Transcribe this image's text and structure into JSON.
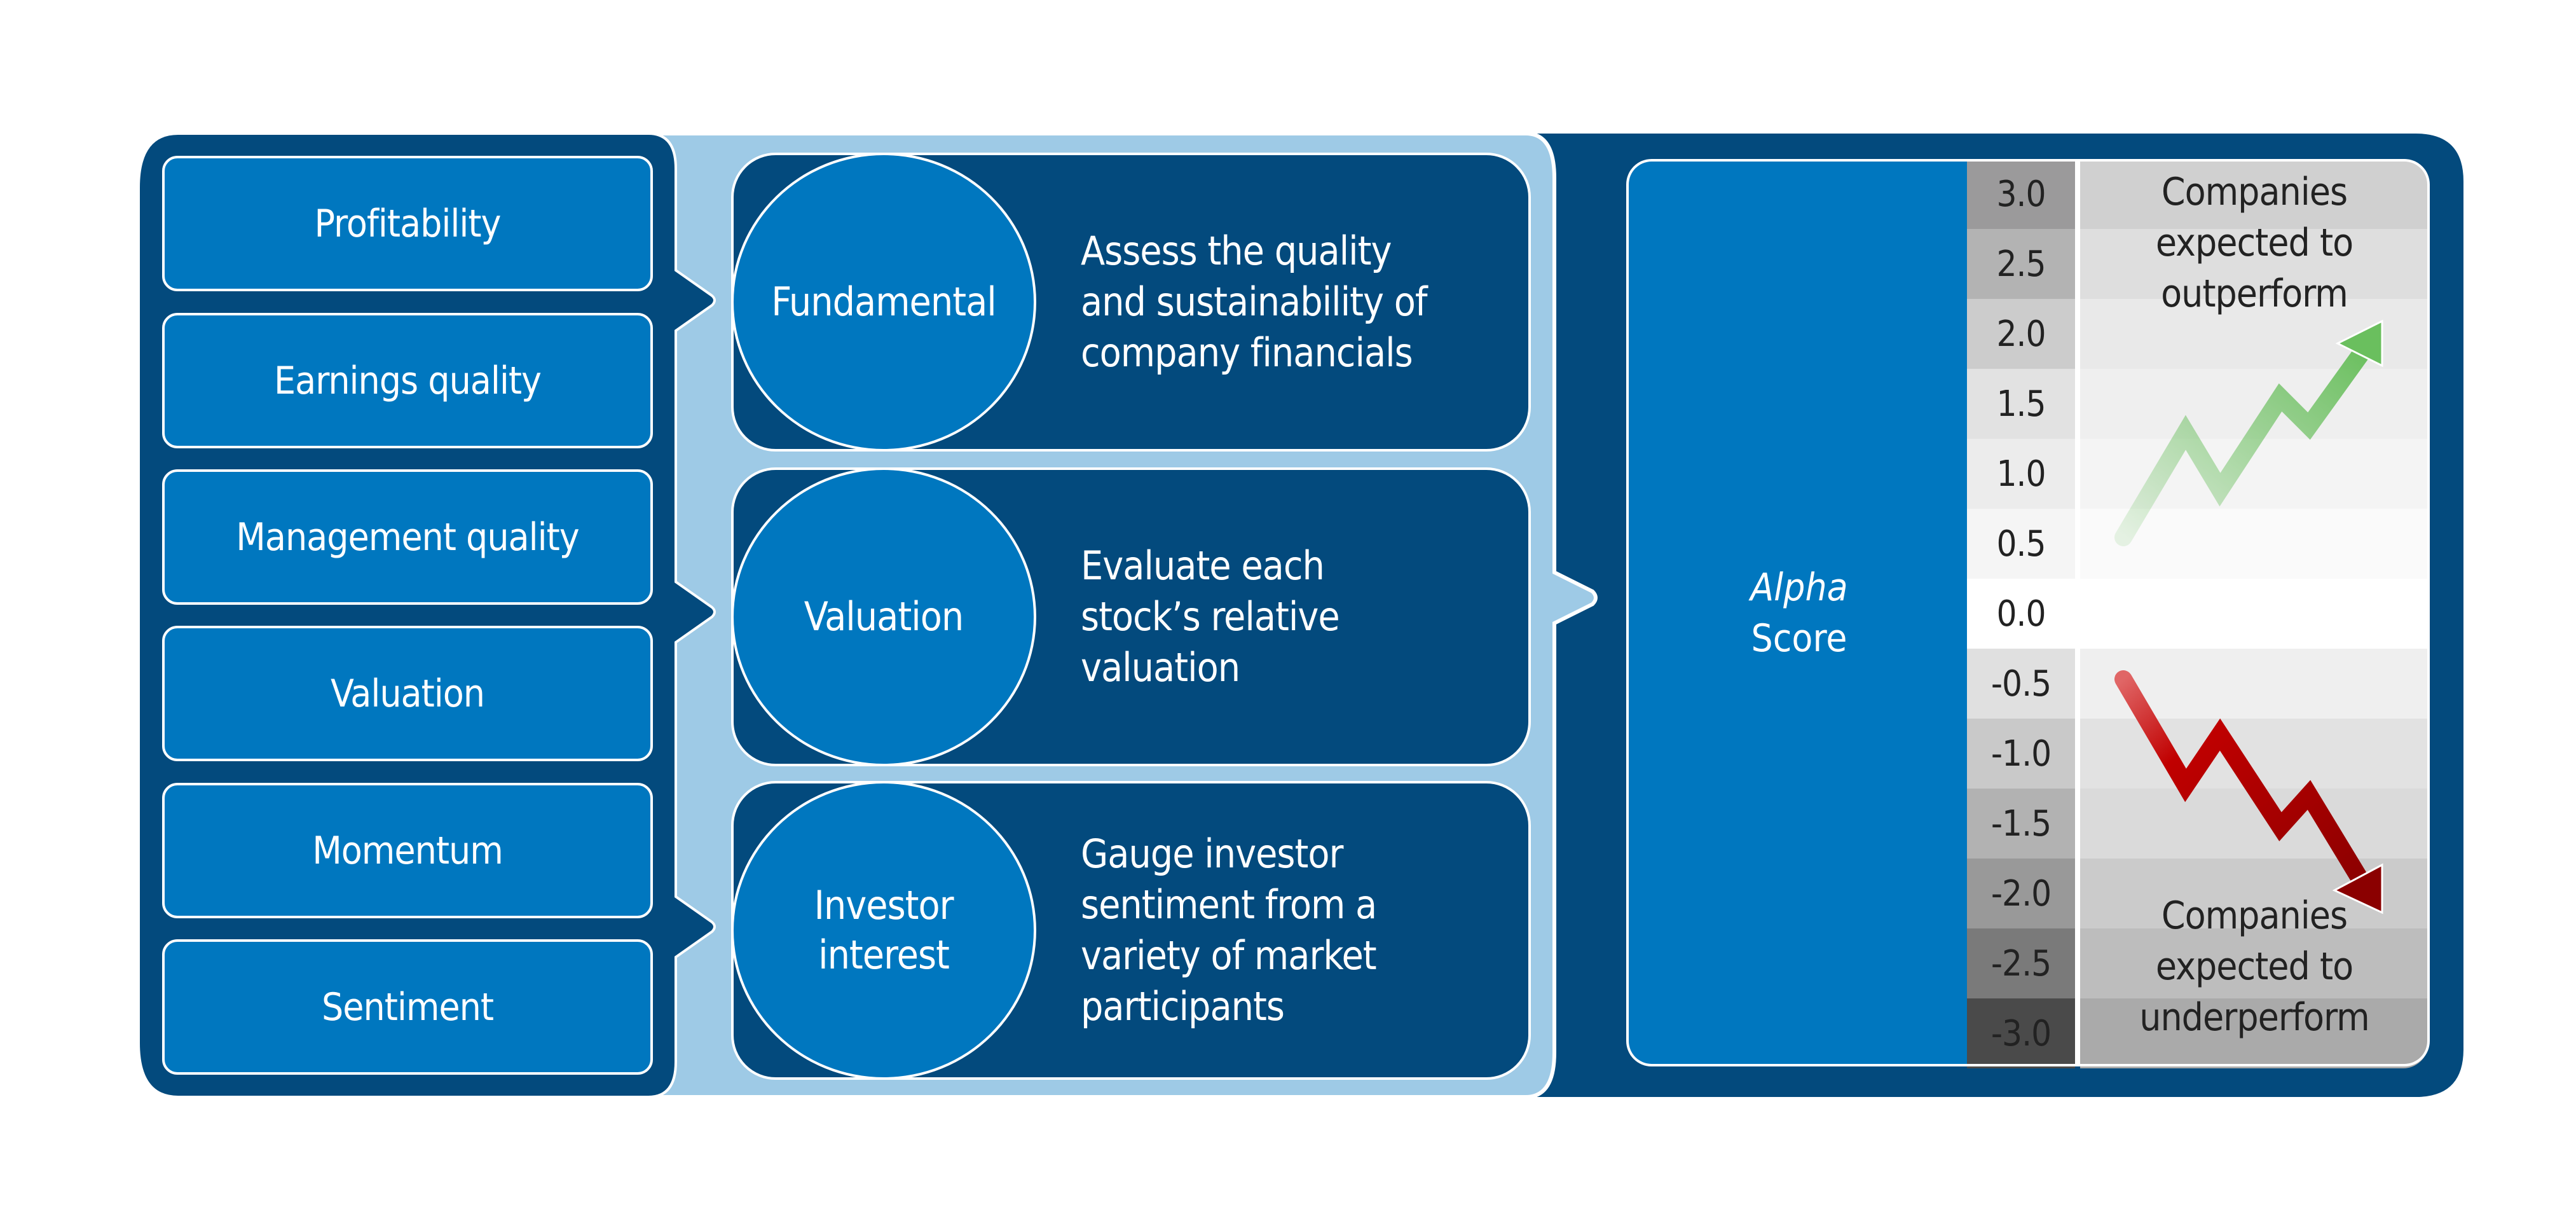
{
  "factors": [
    {
      "label": "Profitability"
    },
    {
      "label": "Earnings quality"
    },
    {
      "label": "Management quality"
    },
    {
      "label": "Valuation"
    },
    {
      "label": "Momentum"
    },
    {
      "label": "Sentiment"
    }
  ],
  "categories": [
    {
      "name_lines": [
        "Fundamental"
      ],
      "desc_lines": [
        "Assess the quality",
        "and sustainability of",
        "company financials"
      ]
    },
    {
      "name_lines": [
        "Valuation"
      ],
      "desc_lines": [
        "Evaluate each",
        "stock’s relative",
        "valuation"
      ]
    },
    {
      "name_lines": [
        "Investor",
        "interest"
      ],
      "desc_lines": [
        "Gauge investor",
        "sentiment from a",
        "variety of market",
        "participants"
      ]
    }
  ],
  "alpha_score": {
    "line1": "Alpha",
    "line2": "Score"
  },
  "scale": {
    "values": [
      "3.0",
      "2.5",
      "2.0",
      "1.5",
      "1.0",
      "0.5",
      "0.0",
      "-0.5",
      "-1.0",
      "-1.5",
      "-2.0",
      "-2.5",
      "-3.0"
    ],
    "tick_colors": [
      "#9b9a9b",
      "#b3b3b3",
      "#cccccc",
      "#e2e2e2",
      "#ececec",
      "#f5f5f5",
      "#ffffff",
      "#e0e0e0",
      "#c9c9c9",
      "#b2b2b2",
      "#999999",
      "#7a7a7a",
      "#4a4a4a"
    ],
    "band_colors": [
      "#d0d0d0",
      "#dedede",
      "#e9e9e9",
      "#efefef",
      "#f4f4f4",
      "#fafafa",
      "#ffffff",
      "#efefef",
      "#e2e2e2",
      "#dadada",
      "#cbcbcb",
      "#bdbdbd",
      "#aaaaaa"
    ]
  },
  "outperform": {
    "lines": [
      "Companies",
      "expected to",
      "outperform"
    ],
    "arrow_color": "#6abf5e"
  },
  "underperform": {
    "lines": [
      "Companies",
      "expected to",
      "underperform"
    ],
    "arrow_color": "#c00000"
  },
  "colors": {
    "dark_blue": "#034a7d",
    "mid_blue": "#0077bf",
    "light_blue": "#9ecae6"
  }
}
